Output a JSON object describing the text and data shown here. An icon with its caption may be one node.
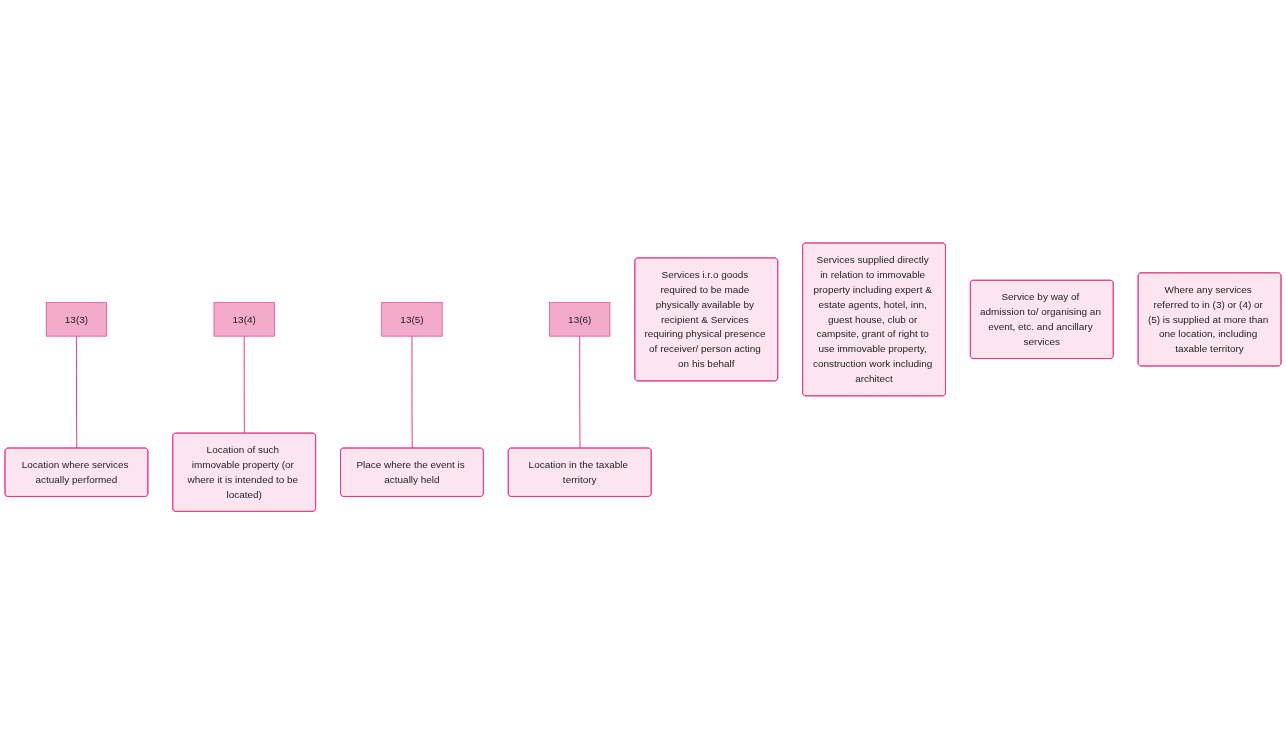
{
  "diagram": {
    "nodes": [
      {
        "text": [
          "13(3)"
        ]
      },
      {
        "text": [
          "13(4)"
        ]
      },
      {
        "text": [
          "13(5)"
        ]
      },
      {
        "text": [
          "13(6)"
        ]
      },
      {
        "text": [
          "Services i.r.o goods required to be made physically available by recipient & Services requiring physical presence of receiver/ person acting on his behalf"
        ]
      },
      {
        "text": [
          "Services supplied directly in relation to immovable property including expert & estate agents, hotel, inn, guest house, club or campsite, grant of right to use immovable property, construction work including architect"
        ]
      },
      {
        "text": [
          "Service by way of admission to/ organising an event, etc. and ancillary services"
        ]
      },
      {
        "text": [
          "Where any services referred to in (3) or (4) or (5) is supplied at more than one location, including taxable territory"
        ]
      },
      {
        "text": [
          "Location where services actually performed"
        ]
      },
      {
        "text": [
          "Location of such immovable property (or where it is intended to be located)"
        ]
      },
      {
        "text": [
          "Place where the event is actually held"
        ]
      },
      {
        "text": [
          "Location in the taxable territory"
        ]
      }
    ],
    "edges": [
      {
        "from": 0,
        "to": 8,
        "arrow": "none"
      },
      {
        "from": 1,
        "to": 9,
        "arrow": "none"
      },
      {
        "from": 2,
        "to": 10,
        "arrow": "none"
      },
      {
        "from": 3,
        "to": 11,
        "arrow": "none"
      }
    ]
  }
}
